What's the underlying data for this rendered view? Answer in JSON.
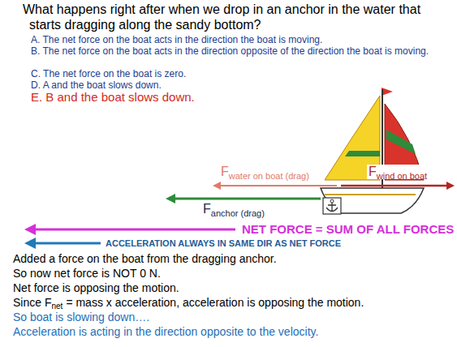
{
  "diagram": {
    "title": "What happens right after when we drop in an anchor in the water that starts dragging along the sandy bottom?",
    "labels": [
      "A. The net force on the boat acts in the direction the boat is moving.",
      "B. The net force on the boat acts in the direction opposite of the direction the boat is moving.",
      "C. The net force on the boat is zero.",
      "D. A and the boat slows down.",
      "E. B and the boat slows down.",
      "F",
      "water on boat (drag)",
      "F",
      "wind on boat",
      "F",
      "anchor (drag)",
      "NET FORCE = SUM OF ALL FORCES",
      "ACCELERATION ALWAYS IN SAME DIR AS NET FORCE",
      "Added a force on the boat from the dragging anchor.",
      "So now net force is NOT 0 N.",
      "Net force is opposing the motion.",
      "Since F",
      "net",
      "= mass x acceleration, acceleration is opposing the motion.",
      "So boat is slowing down….",
      "Acceleration is acting in the direction opposite to the velocity."
    ]
  }
}
